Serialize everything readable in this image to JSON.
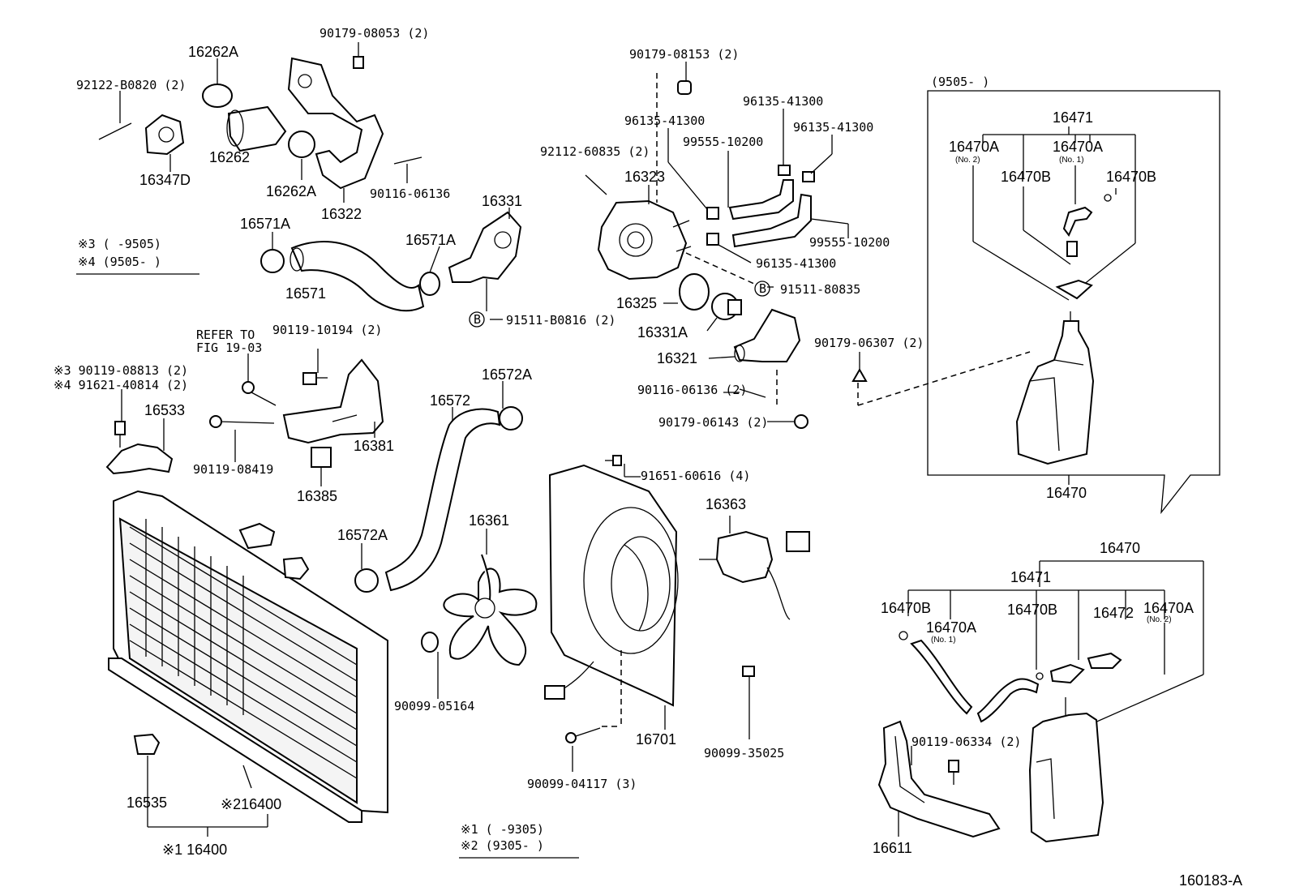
{
  "diagram": {
    "id": "160183-A",
    "labels": {
      "p90179_08053": "90179-08053 (2)",
      "p16262A_top": "16262A",
      "p92122_B0820": "92122-B0820 (2)",
      "p16262": "16262",
      "p16347D": "16347D",
      "p16262A_bot": "16262A",
      "p16322": "16322",
      "p90116_06136_top": "90116-06136",
      "p90179_08153": "90179-08153 (2)",
      "p96135_41300_a": "96135-41300",
      "p96135_41300_b": "96135-41300",
      "p96135_41300_c": "96135-41300",
      "p96135_41300_d": "96135-41300",
      "p99555_10200_a": "99555-10200",
      "p99555_10200_b": "99555-10200",
      "p92112_60835": "92112-60835 (2)",
      "p16323": "16323",
      "p16331": "16331",
      "p16571A_left": "16571A",
      "p16571A_right": "16571A",
      "p16571": "16571",
      "p91511_80835": "91511-80835",
      "p91511_B0816": "91511-B0816 (2)",
      "p16325": "16325",
      "p16331A": "16331A",
      "p16321": "16321",
      "p90179_06307": "90179-06307 (2)",
      "p90116_06136_mid": "90116-06136 (2)",
      "p90179_06143": "90179-06143 (2)",
      "refer_1": "REFER TO",
      "refer_2": "FIG 19-03",
      "p90119_10194": "90119-10194 (2)",
      "p90119_08813": "※3 90119-08813 (2)",
      "p91621_40814": "※4 91621-40814 (2)",
      "p16533": "16533",
      "p90119_08419": "90119-08419",
      "p16381": "16381",
      "p16385": "16385",
      "p16572": "16572",
      "p16572A_top": "16572A",
      "p16572A_bot": "16572A",
      "p91651_60616": "91651-60616 (4)",
      "p16363": "16363",
      "p16361": "16361",
      "p90099_05164": "90099-05164",
      "p16701": "16701",
      "p90099_04117": "90099-04117 (3)",
      "p90099_35025": "90099-35025",
      "p16535": "16535",
      "p216400": "※216400",
      "p116400": "※1 16400",
      "note_a1": "※3 (     -9505)",
      "note_a2": "※4 (9505-      )",
      "note_b1": "※1 (     -9305)",
      "note_b2": "※2 (9305-      )",
      "inset_date": "(9505-      )",
      "inset_16471": "16471",
      "inset_16470A_2": "16470A",
      "inset_no2": "(No. 2)",
      "inset_16470A_1": "16470A",
      "inset_no1": "(No. 1)",
      "inset_16470B_a": "16470B",
      "inset_16470B_b": "16470B",
      "inset_16470": "16470",
      "low_16470": "16470",
      "low_16471": "16471",
      "low_16470B_a": "16470B",
      "low_16470B_b": "16470B",
      "low_16470A_1": "16470A",
      "low_no1": "(No. 1)",
      "low_16472": "16472",
      "low_16470A_2": "16470A",
      "low_no2": "(No. 2)",
      "p90119_06334": "90119-06334 (2)",
      "p16611": "16611",
      "circle_b": "B"
    }
  }
}
